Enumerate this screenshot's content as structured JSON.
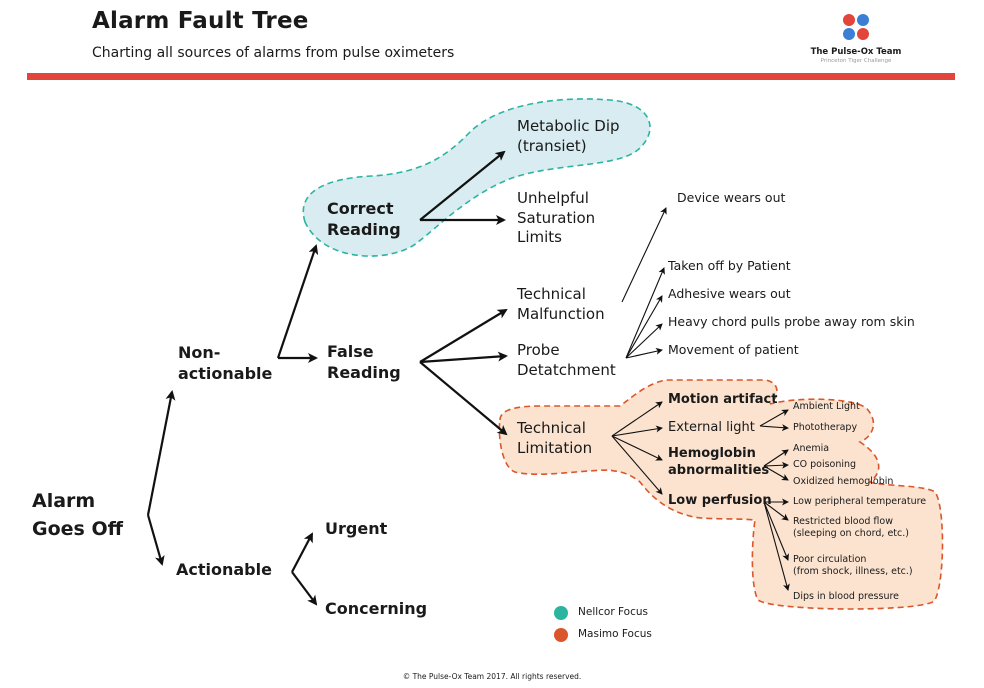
{
  "header": {
    "title": "Alarm Fault Tree",
    "subtitle": "Charting all sources of alarms from pulse oximeters"
  },
  "logo": {
    "name": "The Pulse-Ox Team",
    "tagline": "Princeton Tiger Challenge",
    "colors": [
      "#e2463a",
      "#3a7fd5",
      "#3a7fd5",
      "#e2463a"
    ]
  },
  "tree": {
    "root": "Alarm\nGoes Off",
    "non_actionable": "Non-\nactionable",
    "actionable": "Actionable",
    "urgent": "Urgent",
    "concerning": "Concerning",
    "correct_reading": "Correct\nReading",
    "false_reading": "False\nReading",
    "metabolic_dip": "Metabolic Dip\n(transiet)",
    "unhelpful_limits": "Unhelpful\nSaturation\nLimits",
    "technical_malfunction": "Technical\nMalfunction",
    "probe_detatchment": "Probe\nDetatchment",
    "technical_limitation": "Technical\nLimitation",
    "device_wears_out": "Device wears out",
    "taken_off": "Taken off by Patient",
    "adhesive": "Adhesive wears out",
    "heavy_chord": "Heavy chord pulls probe away rom skin",
    "movement": "Movement of patient",
    "motion_artifact": "Motion artifact",
    "external_light": "External light",
    "hemoglobin": "Hemoglobin\nabnormalities",
    "low_perfusion": "Low perfusion",
    "ambient_light": "Ambient Light",
    "phototherapy": "Phototherapy",
    "anemia": "Anemia",
    "co_poisoning": "CO poisoning",
    "oxidized": "Oxidized hemoglobin",
    "low_temp": "Low peripheral temperature",
    "restricted": "Restricted blood flow\n(sleeping on chord, etc.)",
    "poor_circulation": "Poor circulation\n(from shock, illness, etc.)",
    "dips_bp": "Dips in blood pressure"
  },
  "legend": {
    "items": [
      {
        "label": "Nellcor Focus",
        "color": "#2bb5a0"
      },
      {
        "label": "Masimo Focus",
        "color": "#d9572b"
      }
    ]
  },
  "region_colors": {
    "nellcor_fill": "#d8ecf1",
    "nellcor_stroke": "#2bb5a0",
    "masimo_fill": "#fbe3d0",
    "masimo_stroke": "#d9572b"
  },
  "footer": "© The Pulse-Ox Team 2017. All rights reserved."
}
